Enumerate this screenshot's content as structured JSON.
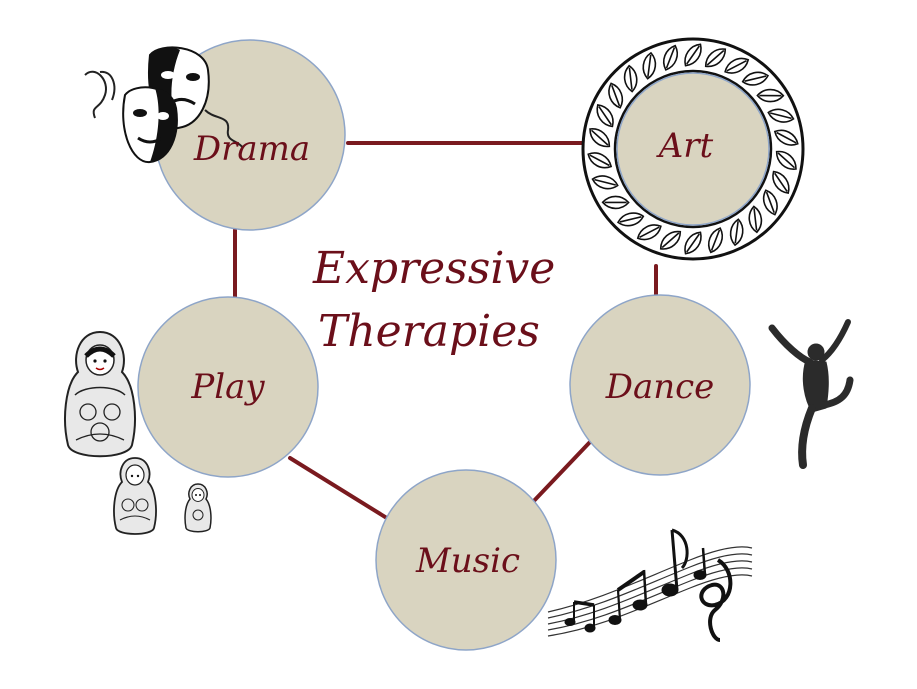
{
  "title": {
    "line1": "Expressive",
    "line2": "Therapies"
  },
  "nodes": [
    {
      "id": "drama",
      "label": "Drama",
      "icon": "theater-masks-icon"
    },
    {
      "id": "art",
      "label": "Art",
      "icon": "mandala-ring-icon"
    },
    {
      "id": "play",
      "label": "Play",
      "icon": "nesting-dolls-icon"
    },
    {
      "id": "dance",
      "label": "Dance",
      "icon": "dancer-silhouette-icon"
    },
    {
      "id": "music",
      "label": "Music",
      "icon": "music-notes-icon"
    }
  ],
  "colors": {
    "node_fill": "#d9d4c0",
    "node_stroke": "#8ea5c8",
    "connector": "#7a1a1f",
    "text": "#6b0f1a"
  }
}
